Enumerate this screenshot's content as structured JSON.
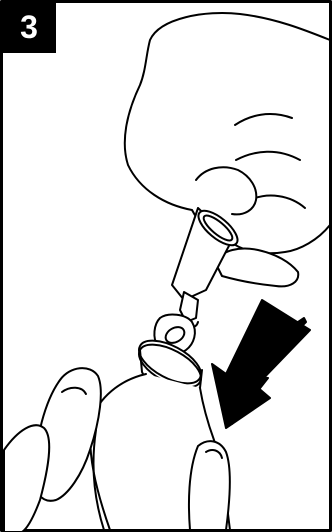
{
  "step": {
    "number": "3"
  },
  "illustration": {
    "subject": "syringe-tip-into-bottle-adapter",
    "arrow_direction": "down-left",
    "line_color": "#000000",
    "fill_color": "#ffffff"
  }
}
